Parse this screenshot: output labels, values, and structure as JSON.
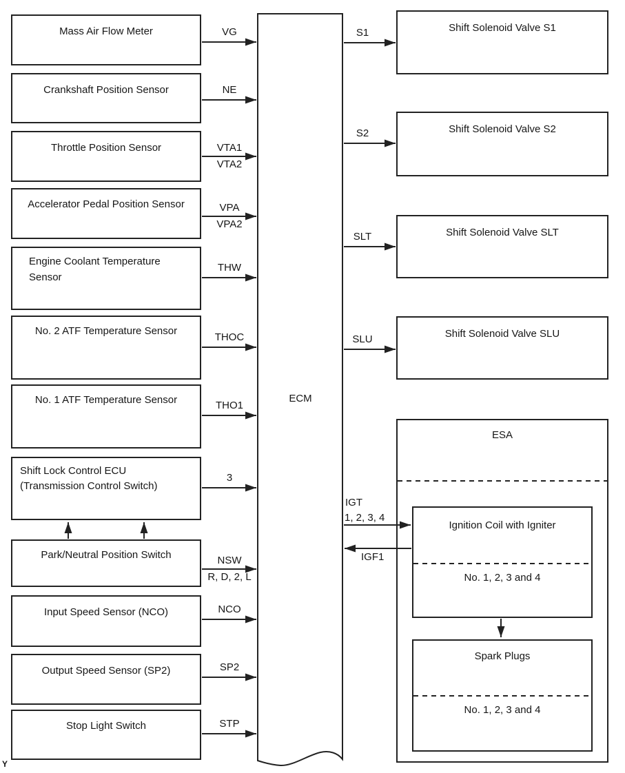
{
  "colors": {
    "line": "#222222",
    "background": "#ffffff",
    "text": "#161616"
  },
  "ecm": {
    "label": "ECM"
  },
  "corner_mark": "Y",
  "inputs": [
    {
      "label": "Mass Air Flow Meter",
      "signals": [
        "VG"
      ]
    },
    {
      "label": "Crankshaft Position Sensor",
      "signals": [
        "NE"
      ]
    },
    {
      "label": "Throttle Position Sensor",
      "signals": [
        "VTA1",
        "VTA2"
      ]
    },
    {
      "label": "Accelerator Pedal Position Sensor",
      "signals": [
        "VPA",
        "VPA2"
      ]
    },
    {
      "label": "Engine Coolant Temperature Sensor",
      "signals": [
        "THW"
      ]
    },
    {
      "label": "No. 2 ATF Temperature Sensor",
      "signals": [
        "THOC"
      ]
    },
    {
      "label": "No. 1 ATF Temperature Sensor",
      "signals": [
        "THO1"
      ]
    },
    {
      "label": "Shift Lock Control ECU (Transmission Control Switch)",
      "signals": [
        "3"
      ]
    },
    {
      "label": "Park/Neutral Position Switch",
      "signals": [
        "NSW",
        "R, D, 2, L"
      ]
    },
    {
      "label": "Input Speed Sensor (NCO)",
      "signals": [
        "NCO"
      ]
    },
    {
      "label": "Output Speed Sensor (SP2)",
      "signals": [
        "SP2"
      ]
    },
    {
      "label": "Stop Light Switch",
      "signals": [
        "STP"
      ]
    }
  ],
  "outputs": [
    {
      "label": "Shift Solenoid Valve S1",
      "signal": "S1"
    },
    {
      "label": "Shift Solenoid Valve S2",
      "signal": "S2"
    },
    {
      "label": "Shift Solenoid Valve SLT",
      "signal": "SLT"
    },
    {
      "label": "Shift Solenoid Valve SLU",
      "signal": "SLU"
    }
  ],
  "esa": {
    "title": "ESA",
    "igt": {
      "line1": "IGT",
      "line2": "1, 2, 3, 4"
    },
    "igf": "IGF1",
    "ignition_coil": {
      "label": "Ignition Coil with Igniter",
      "cylinders": "No. 1, 2, 3 and 4"
    },
    "spark_plugs": {
      "label": "Spark Plugs",
      "cylinders": "No. 1, 2, 3 and 4"
    }
  }
}
